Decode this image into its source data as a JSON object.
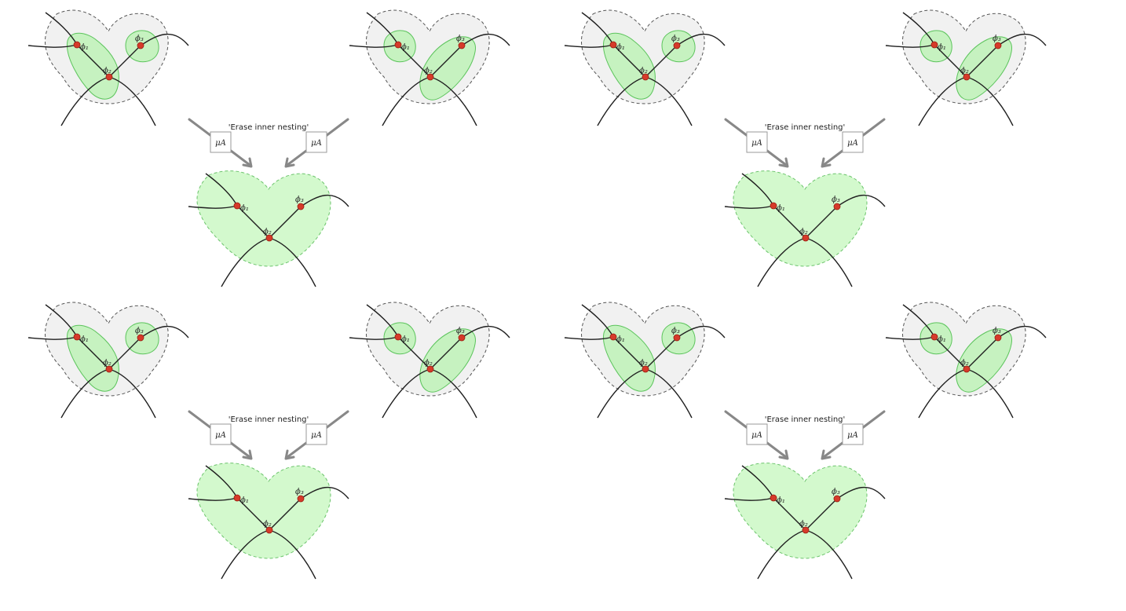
{
  "vertex_labels": {
    "phi1": "ϕ₁",
    "phi2": "ϕ₂",
    "phi3": "ϕ₃"
  },
  "operation": {
    "label": "'Erase inner nesting'",
    "box_label": "μA"
  },
  "panels": [
    {
      "id": "top-left",
      "left_grouping": "phi1-phi2 | phi3",
      "right_grouping": "phi1 | phi2-phi3"
    },
    {
      "id": "top-right",
      "left_grouping": "phi1-phi2 | phi3",
      "right_grouping": "phi1 | phi2-phi3"
    },
    {
      "id": "bottom-left",
      "left_grouping": "phi1-phi2 | phi3",
      "right_grouping": "phi1 | phi2-phi3"
    },
    {
      "id": "bottom-right",
      "left_grouping": "phi1-phi2 | phi3",
      "right_grouping": "phi1 | phi2-phi3"
    }
  ],
  "colors": {
    "outer_fill": "#f1f1f1",
    "subgroup_fill": "#c6f2c0",
    "result_fill": "#d3f9cd",
    "vertex": "#d63a2a",
    "arrow": "#888888"
  }
}
